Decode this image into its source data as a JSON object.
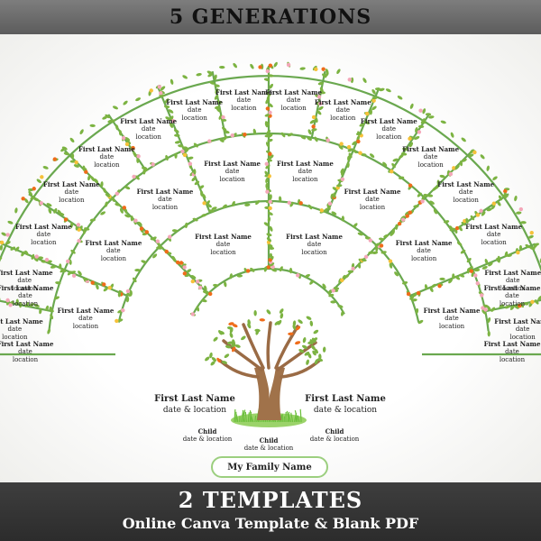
{
  "header": {
    "title": "5 GENERATIONS"
  },
  "footer": {
    "title": "2 TEMPLATES",
    "subtitle": "Online Canva Template & Blank PDF"
  },
  "labels": {
    "name": "First Last Name",
    "date": "date",
    "location": "location",
    "date_location": "date & location",
    "child": "Child"
  },
  "family_name": "My Family Name",
  "colors": {
    "vine": "#6aa84f",
    "leaf": "#7cb342",
    "flower_pink": "#f4a7b9",
    "flower_orange": "#ef6c1a",
    "flower_yellow": "#f6c13a",
    "pill_border": "#9ccf7f"
  }
}
